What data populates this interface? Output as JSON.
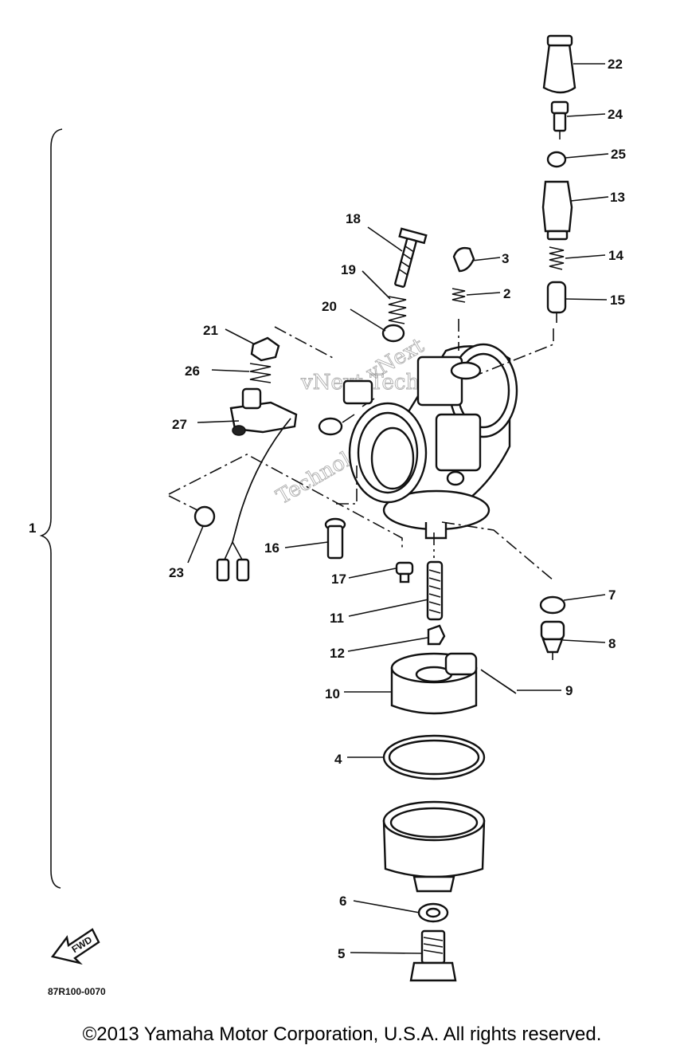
{
  "callouts": {
    "c1": "1",
    "c2": "2",
    "c3": "3",
    "c4": "4",
    "c5": "5",
    "c6": "6",
    "c7": "7",
    "c8": "8",
    "c9": "9",
    "c10": "10",
    "c11": "11",
    "c12": "12",
    "c13": "13",
    "c14": "14",
    "c15": "15",
    "c16": "16",
    "c17": "17",
    "c18": "18",
    "c19": "19",
    "c20": "20",
    "c21": "21",
    "c22": "22",
    "c23": "23",
    "c24": "24",
    "c25": "25",
    "c26": "26",
    "c27": "27"
  },
  "fwd_label": "FWD",
  "diagram_code": "87R100-0070",
  "watermark": {
    "line1": "vNext",
    "line2": "vNext Technologies",
    "line3": "Technologies"
  },
  "copyright": "©2013 Yamaha Motor Corporation, U.S.A. All rights reserved."
}
